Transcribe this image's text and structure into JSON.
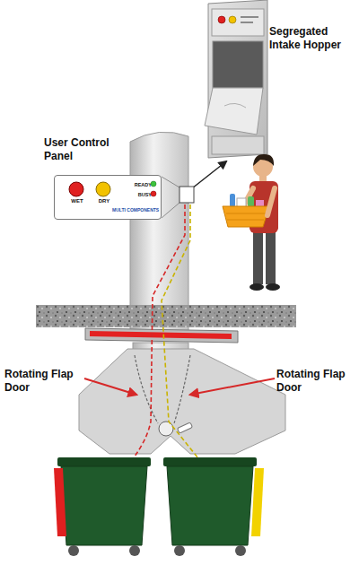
{
  "diagram": {
    "nodes": [
      {
        "text": [
          "Segregated Intake Hopper"
        ]
      },
      {
        "text": [
          "User Control Panel",
          "WET",
          "DRY",
          "READY",
          "BUSY",
          "MULTI COMPONENTS"
        ]
      }
    ],
    "labels": [
      "Rotating Flap Door",
      "Rotating Flap Door"
    ]
  }
}
